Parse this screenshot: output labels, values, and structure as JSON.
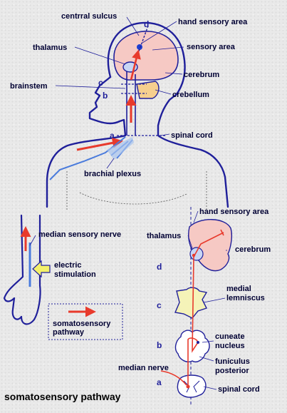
{
  "upper": {
    "central_sulcus": "centrral sulcus",
    "thalamus": "thalamus",
    "brainstem": "brainstem",
    "hand_sensory_area": "hand sensory area",
    "sensory_area": "sensory area",
    "cerebrum": "cerebrum",
    "crebellum": "crebellum",
    "spinal_cord": "spinal cord",
    "brachial_plexus": "brachial plexus",
    "level_a": "a",
    "level_b": "b",
    "level_c": "c",
    "level_d": "d"
  },
  "lower_left": {
    "median_sensory_nerve": "median sensory nerve",
    "electric": "electric",
    "stimulation": "stimulation",
    "legend_line1": "somatosensory",
    "legend_line2": "pathway"
  },
  "lower_right": {
    "hand_sensory_area": "hand sensory area",
    "thalamus": "thalamus",
    "cerebrum": "cerebrum",
    "medial": "medial",
    "lemniscus": "lemniscus",
    "cuneate": "cuneate",
    "nucleus": "nucleus",
    "funiculus": "funiculus",
    "posterior": "posterior",
    "median_nerve": "median nerve",
    "spinal_cord": "spinal cord",
    "level_d": "d",
    "level_c": "c",
    "level_b": "b",
    "level_a": "a"
  },
  "caption": "somatosensory pathway",
  "colors": {
    "outline": "#1f1f9a",
    "brain_fill": "#f6c9c4",
    "cerebellum_fill": "#f6cf8e",
    "pathway": "#e83a2c",
    "nerve": "#4a7bdc",
    "stimulus_arrow": "#f3f06a"
  }
}
